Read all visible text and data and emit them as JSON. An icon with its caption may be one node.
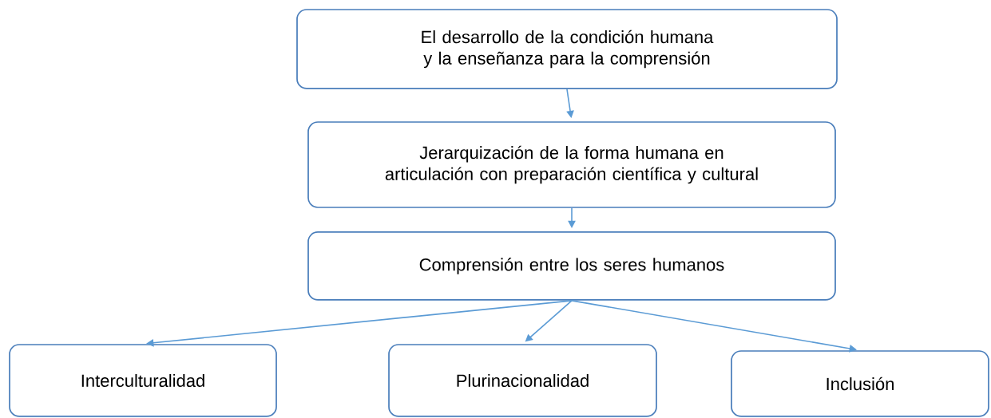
{
  "diagram": {
    "nodes": [
      {
        "text": [
          "El desarrollo de la condición humana y la enseñanza para la comprensión"
        ]
      },
      {
        "text": [
          "Jerarquización de la forma humana en articulación con preparación científica y cultural"
        ]
      },
      {
        "text": [
          "Comprensión entre los seres humanos"
        ]
      },
      {
        "text": [
          "Interculturalidad"
        ]
      },
      {
        "text": [
          "Plurinacionalidad"
        ]
      },
      {
        "text": [
          "Inclusión"
        ]
      }
    ],
    "edges": [
      {
        "from": 0,
        "to": 1,
        "arrow": "to"
      },
      {
        "from": 1,
        "to": 2,
        "arrow": "to"
      },
      {
        "from": 2,
        "to": 3,
        "arrow": "to"
      },
      {
        "from": 2,
        "to": 4,
        "arrow": "to"
      },
      {
        "from": 2,
        "to": 5,
        "arrow": "to"
      }
    ]
  }
}
